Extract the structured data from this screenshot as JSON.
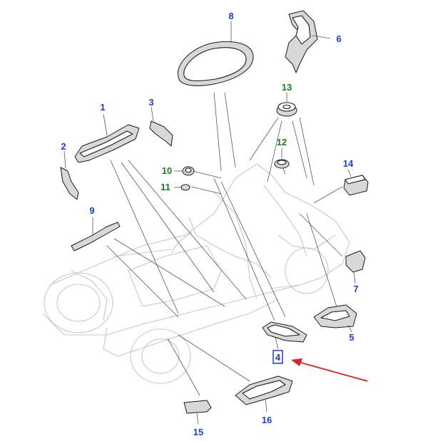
{
  "colors": {
    "callout_blue": "#1a3fd0",
    "callout_green": "#1f7a1f",
    "arrow_red": "#e0201c",
    "highlight_blue": "#1a3fd0"
  },
  "callouts": [
    {
      "label": "1",
      "color": "blue"
    },
    {
      "label": "2",
      "color": "blue"
    },
    {
      "label": "3",
      "color": "blue"
    },
    {
      "label": "4",
      "color": "blue"
    },
    {
      "label": "5",
      "color": "blue"
    },
    {
      "label": "6",
      "color": "blue"
    },
    {
      "label": "7",
      "color": "blue"
    },
    {
      "label": "8",
      "color": "blue"
    },
    {
      "label": "9",
      "color": "blue"
    },
    {
      "label": "10",
      "color": "green"
    },
    {
      "label": "11",
      "color": "green"
    },
    {
      "label": "12",
      "color": "green"
    },
    {
      "label": "13",
      "color": "green"
    },
    {
      "label": "14",
      "color": "blue"
    },
    {
      "label": "15",
      "color": "blue"
    },
    {
      "label": "16",
      "color": "blue"
    }
  ],
  "highlighted_callout": "4"
}
